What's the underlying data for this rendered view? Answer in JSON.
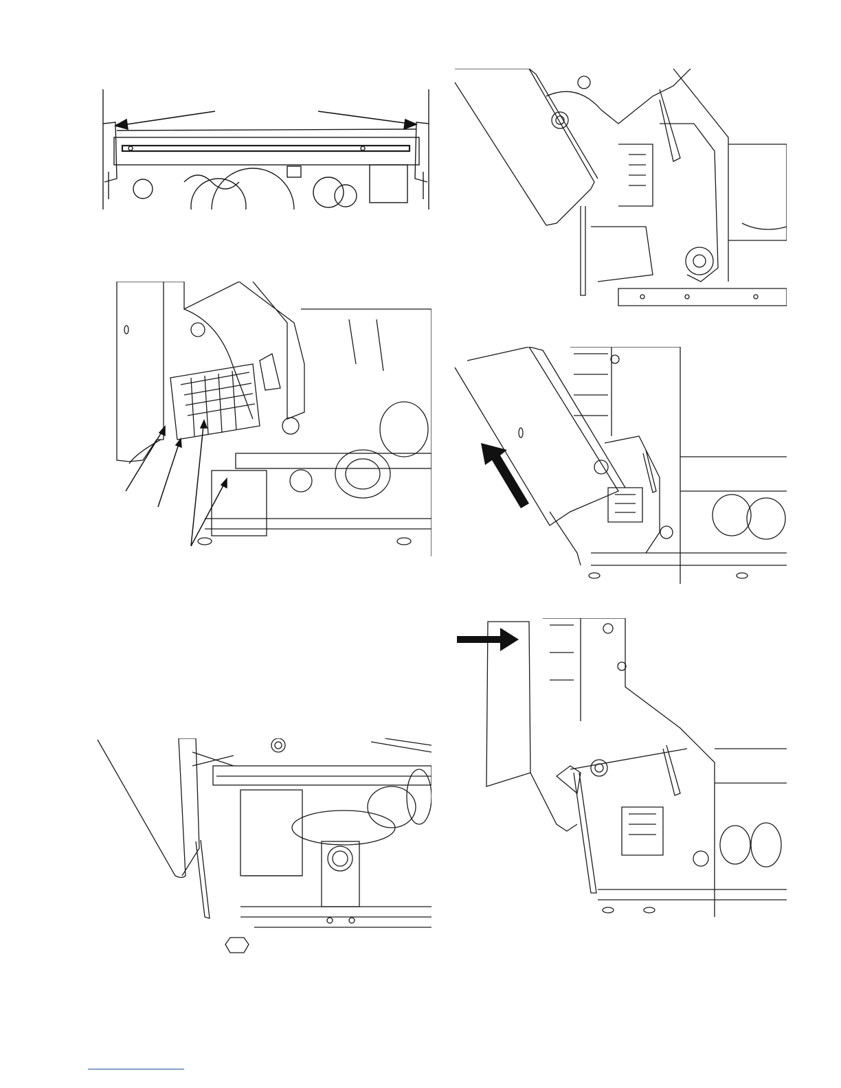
{
  "page": {
    "figures": [
      {
        "id": "rail",
        "icon": "door-top-rail-diagram-icon"
      },
      {
        "id": "door-open",
        "icon": "door-open-diagram-icon"
      },
      {
        "id": "door-lower",
        "icon": "door-lowered-diagram-icon"
      },
      {
        "id": "hinge",
        "icon": "hinge-detail-diagram-icon"
      },
      {
        "id": "door-lift",
        "icon": "door-lift-diagram-icon"
      },
      {
        "id": "door-push",
        "icon": "door-push-diagram-icon"
      }
    ],
    "colors": {
      "line": "#1a1a1a",
      "arrow": "#111111",
      "footer_rule": "#1a4fa8",
      "background": "#ffffff"
    }
  }
}
